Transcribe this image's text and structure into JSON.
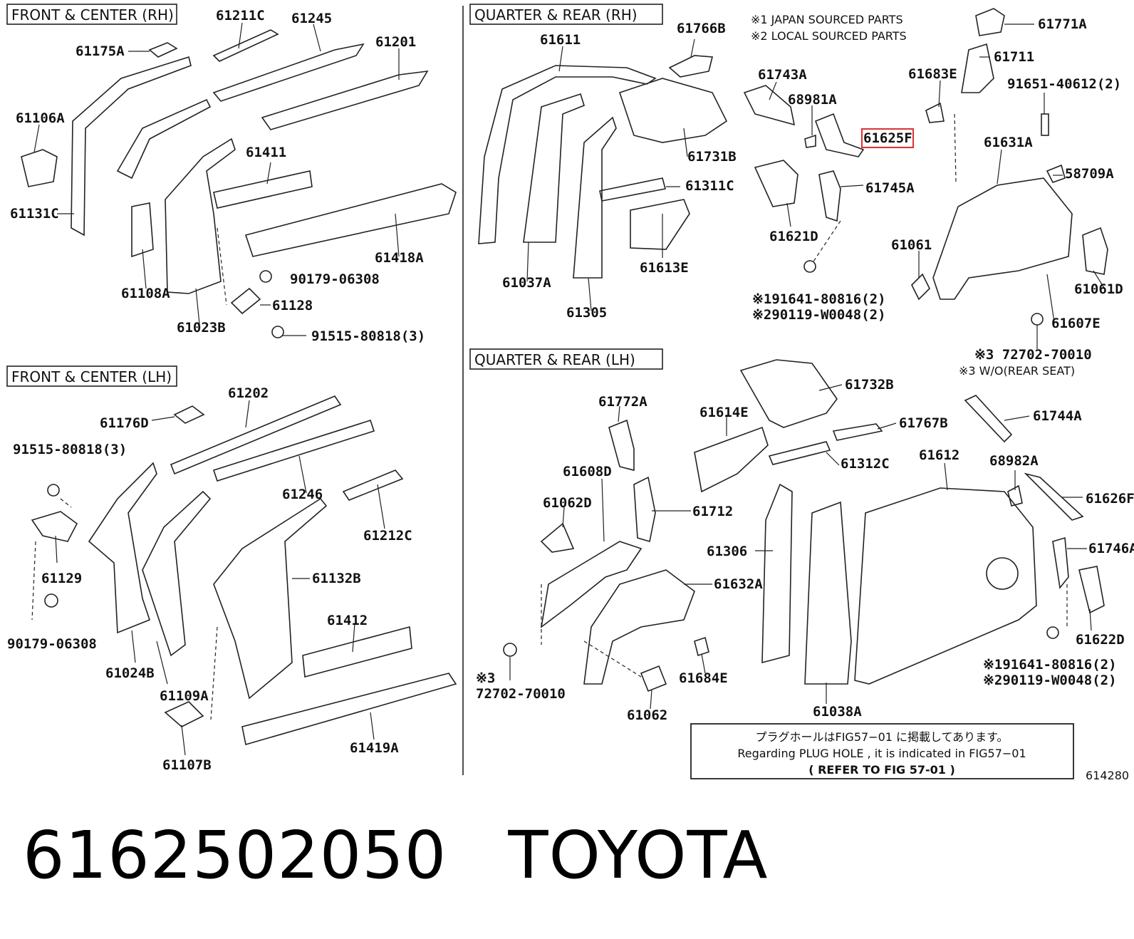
{
  "sections": {
    "front_rh": "FRONT & CENTER (RH)",
    "front_lh": "FRONT & CENTER (LH)",
    "quarter_rh": "QUARTER  &  REAR (RH)",
    "quarter_lh": "QUARTER  &  REAR (LH)"
  },
  "notes": {
    "japan": "※1 JAPAN SOURCED PARTS",
    "local": "※2 LOCAL SOURCED PARTS",
    "wo_rear_seat": "※3 W/O(REAR SEAT)",
    "plug_jp": "プラグホールはFIG57−01 に掲載してあります。",
    "plug_en": "Regarding  PLUG  HOLE , it  is  indicated  in  FIG57−01",
    "plug_ref": "(   REFER TO FIG 57-01 )",
    "fig_id": "614280"
  },
  "labels": {
    "p61211C": "61211C",
    "p61245": "61245",
    "p61175A": "61175A",
    "p61201": "61201",
    "p61106A": "61106A",
    "p61411": "61411",
    "p61131C": "61131C",
    "p61418A": "61418A",
    "p61108A": "61108A",
    "p9017906308a": "90179-06308",
    "p61128": "61128",
    "p61023B": "61023B",
    "p9151580818a": "91515-80818(3)",
    "p61202": "61202",
    "p61176D": "61176D",
    "p9151580818b": "91515-80818(3)",
    "p61246": "61246",
    "p61212C": "61212C",
    "p61132B": "61132B",
    "p61129": "61129",
    "p9017906308b": "90179-06308",
    "p61412": "61412",
    "p61024B": "61024B",
    "p61109A": "61109A",
    "p61419A": "61419A",
    "p61107B": "61107B",
    "p61766B": "61766B",
    "p61611": "61611",
    "p61731B": "61731B",
    "p61311C": "61311C",
    "p61613E": "61613E",
    "p61037A": "61037A",
    "p61305": "61305",
    "p61743A": "61743A",
    "p68981A": "68981A",
    "p61625F": "61625F",
    "p61745A": "61745A",
    "p61621D": "61621D",
    "p91641a": "※191641-80816(2)",
    "p90119a": "※290119-W0048(2)",
    "p61771A": "61771A",
    "p61711": "61711",
    "p61683E": "61683E",
    "p9165140612": "91651-40612(2)",
    "p61631A": "61631A",
    "p58709A": "58709A",
    "p61061": "61061",
    "p61061D": "61061D",
    "p61607E": "61607E",
    "p7270270010a": "※3 72702-70010",
    "p61732B": "61732B",
    "p61614E": "61614E",
    "p61772A": "61772A",
    "p61767B": "61767B",
    "p61744A": "61744A",
    "p61312C": "61312C",
    "p61612": "61612",
    "p68982A": "68982A",
    "p61626F": "61626F",
    "p61608D": "61608D",
    "p61062D": "61062D",
    "p61712": "61712",
    "p61306": "61306",
    "p61746A": "61746A",
    "p61632A": "61632A",
    "p61622D": "61622D",
    "p91641b": "※191641-80816(2)",
    "p90119b": "※290119-W0048(2)",
    "p3mark": "※3",
    "p7270270010b": "72702-70010",
    "p61684E": "61684E",
    "p61062": "61062",
    "p61038A": "61038A"
  },
  "highlight": {
    "part": "61625F",
    "color": "#e03030"
  },
  "footer": {
    "part_number": "6162502050",
    "brand": "TOYOTA"
  }
}
